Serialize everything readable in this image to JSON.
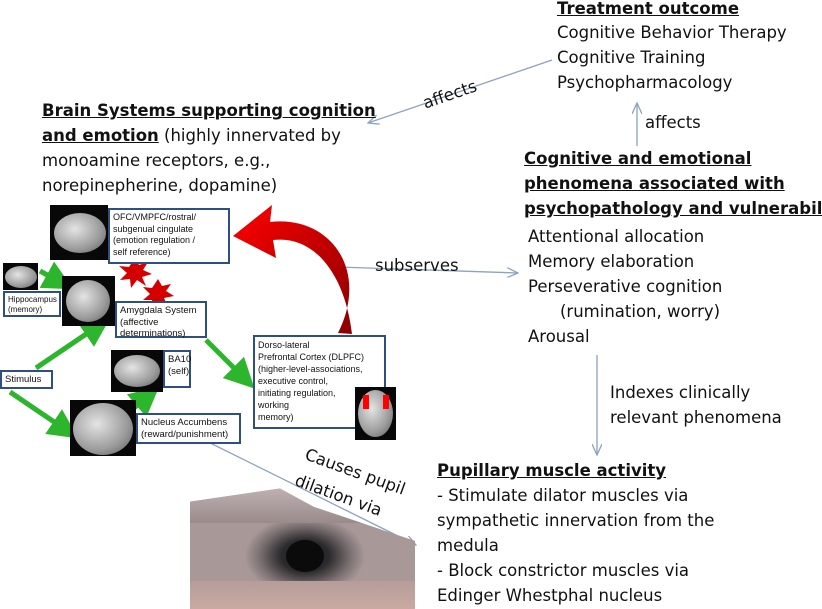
{
  "treatment": {
    "title": "Treatment outcome",
    "items": [
      "Cognitive Behavior Therapy",
      "Cognitive Training",
      "Psychopharmacology"
    ]
  },
  "brain_systems": {
    "title_line1": "Brain Systems supporting cognition",
    "title_line2": "and emotion",
    "rest_line2": " (highly innervated by",
    "line3": "monoamine receptors, e.g.,",
    "line4": "norepinepherine, dopamine)"
  },
  "phenomena": {
    "title": [
      "Cognitive and emotional",
      "phenomena associated with",
      "psychopathology and vulnerability"
    ],
    "items": [
      "Attentional allocation",
      "Memory elaboration",
      "Perseverative cognition",
      "(rumination, worry)",
      "Arousal"
    ]
  },
  "pupil": {
    "title": "Pupillary muscle activity",
    "lines": [
      "- Stimulate dilator muscles via",
      "sympathetic innervation from the",
      "medula",
      "- Block constrictor muscles via",
      "Edinger Whestphal nucleus"
    ]
  },
  "labels": {
    "affects_top": "affects",
    "affects_right": "affects",
    "subserves": "subserves",
    "indexes": [
      "Indexes clinically",
      "relevant phenomena"
    ],
    "causes": [
      "Causes pupil",
      "dilation via"
    ]
  },
  "regions": {
    "ofc": [
      "OFC/VMPFC/rostral/",
      "subgenual cingulate",
      "(emotion regulation /",
      "self reference)"
    ],
    "hippocampus": [
      "Hippocampus",
      "(memory)"
    ],
    "amygdala": [
      "Amygdala System",
      "(affective",
      "determinations)"
    ],
    "stimulus": "Stimulus",
    "ba10": [
      "BA10",
      "(self)"
    ],
    "nucleus": [
      "Nucleus Accumbens",
      "(reward/punishment)"
    ],
    "dlpfc": [
      "Dorso-lateral",
      "Prefrontal Cortex (DLPFC)",
      "(higher-level-associations,",
      "executive control,",
      "initiating regulation,",
      "working",
      "memory)"
    ]
  },
  "colors": {
    "arrow": "#8ca2c0",
    "green": "#2db52d",
    "red": "#d40000",
    "box_border": "#2f4f7f"
  }
}
